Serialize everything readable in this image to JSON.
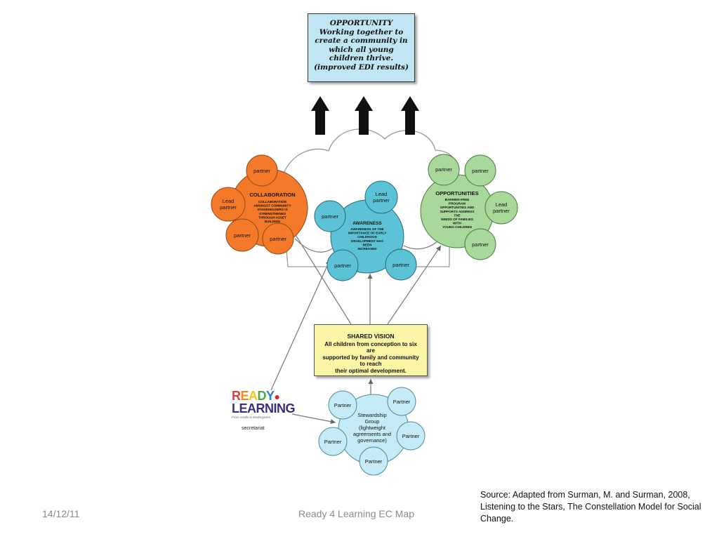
{
  "opportunity_box": {
    "lines": [
      "OPPORTUNITY",
      "Working together to",
      "create a community in",
      "which all young",
      "children thrive.",
      "(improved EDI results)"
    ]
  },
  "shared_vision": {
    "title": "SHARED VISION",
    "lines": [
      "All children from conception to six",
      "are",
      "supported by family and community",
      "to reach",
      "their optimal development."
    ]
  },
  "collaboration": {
    "title": "COLLABORATION",
    "lines": [
      "COLLABORATION",
      "AMONGST COMMUNITY",
      "STAKEHOLDERS IS",
      "STRENGTHENED",
      "THROUGH ASSET",
      "BUILDING"
    ],
    "partners": [
      "partner",
      "Lead partner",
      "partner",
      "partner"
    ]
  },
  "awareness": {
    "title": "AWARENESS",
    "lines": [
      "AWARENESS OF THE",
      "IMPORTANCE OF EARLY",
      "CHILDHOOD",
      "DEVELOPMENT HAS",
      "BEEN",
      "INCREASED"
    ],
    "partners": [
      "Lead partner",
      "partner",
      "partner",
      "partner"
    ]
  },
  "opportunities": {
    "title": "OPPORTUNITIES",
    "lines": [
      "BARRIER-FREE",
      "PROGRAM",
      "OPPORTUNITIES AND",
      "SUPPORTS ADDRESS",
      "THE",
      "NEEDS OF FAMILIES",
      "WITH",
      "YOUNG CHILDREN"
    ],
    "partners": [
      "partner",
      "partner",
      "Lead partner",
      "partner"
    ]
  },
  "stewardship": {
    "lines": [
      "Stewardship",
      "Group",
      "(lightweight",
      "agreements and",
      "governance)"
    ],
    "partners": [
      "Partner",
      "Partner",
      "Partner",
      "Partner",
      "Partner"
    ]
  },
  "logo": {
    "line1": [
      "R",
      "E",
      "A",
      "D",
      "Y"
    ],
    "line2": "LEARNING",
    "tagline": "From cradle to kindergarten",
    "secretariat": "secretariat"
  },
  "footer": {
    "date": "14/12/11",
    "title": "Ready 4 Learning EC Map",
    "source": "Source: Adapted from Surman, M.  and Surman, 2008, Listening to the Stars, The Constellation Model for Social Change."
  },
  "colors": {
    "orange": "#f47a2a",
    "teal": "#5cc3d6",
    "green": "#a8d99a",
    "light_blue": "#c5ecf6"
  }
}
